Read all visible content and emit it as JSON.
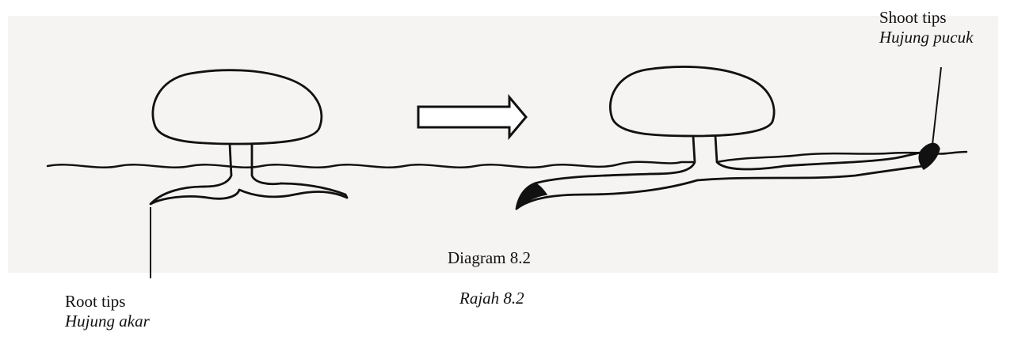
{
  "root_label": {
    "english": "Root tips",
    "malay": "Hujung akar"
  },
  "shoot_label": {
    "english": "Shoot tips",
    "malay": "Hujung pucuk"
  },
  "caption": {
    "english": "Diagram 8.2",
    "malay": "Rajah 8.2"
  },
  "colors": {
    "ink": "#111111",
    "paper_tint": "#f6f4f3",
    "background": "#ffffff"
  }
}
